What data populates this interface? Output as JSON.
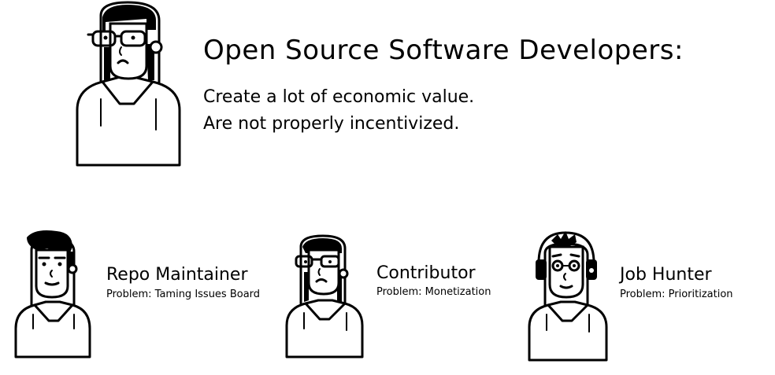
{
  "header": {
    "title": "Open Source Software Developers:",
    "lines": [
      "Create a lot of  economic value.",
      "Are not properly incentivized."
    ]
  },
  "roles": [
    {
      "name": "Repo Maintainer",
      "problem": "Problem: Taming Issues Board"
    },
    {
      "name": "Contributor",
      "problem": "Problem: Monetization"
    },
    {
      "name": "Job Hunter",
      "problem": "Problem: Prioritization"
    }
  ]
}
